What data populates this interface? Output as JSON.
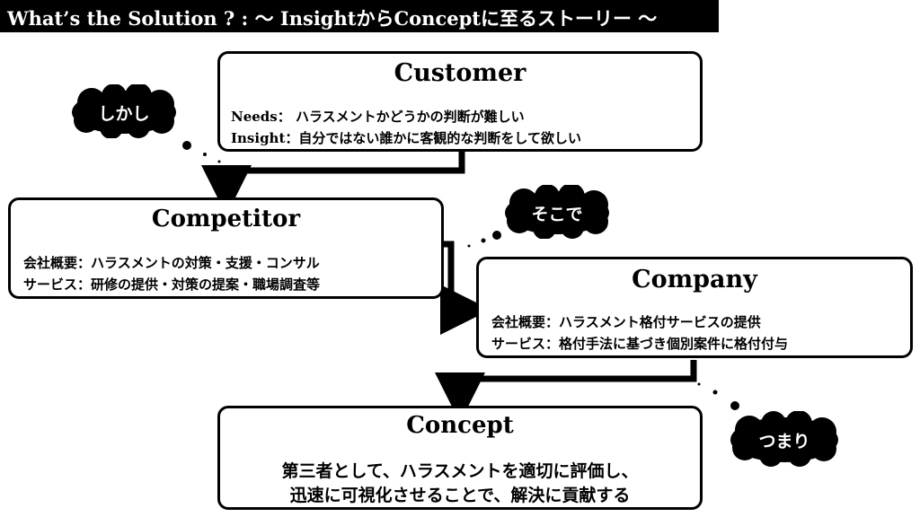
{
  "header": {
    "title": "What’s the Solution ? : 〜 InsightからConceptに至るストーリー 〜"
  },
  "customer": {
    "title": "Customer",
    "needs_label": "Needs",
    "needs_text": "：  ハラスメントかどうかの判断が難しい",
    "insight_label": "Insight",
    "insight_text": "：自分ではない誰かに客観的な判断をして欲しい"
  },
  "competitor": {
    "title": "Competitor",
    "line1": "会社概要：ハラスメントの対策・支援・コンサル",
    "line2": "サービス：研修の提供・対策の提案・職場調査等"
  },
  "company": {
    "title": "Company",
    "line1": "会社概要：ハラスメント格付サービスの提供",
    "line2": "サービス：格付手法に基づき個別案件に格付付与"
  },
  "concept": {
    "title": "Concept",
    "line1": "第三者として、ハラスメントを適切に評価し、",
    "line2": "迅速に可視化させることで、解決に貢献する"
  },
  "clouds": {
    "shikashi": "しかし",
    "sokode": "そこで",
    "tsumari": "つまり"
  },
  "colors": {
    "background": "#ffffff",
    "foreground": "#000000",
    "accent": "#000000"
  }
}
